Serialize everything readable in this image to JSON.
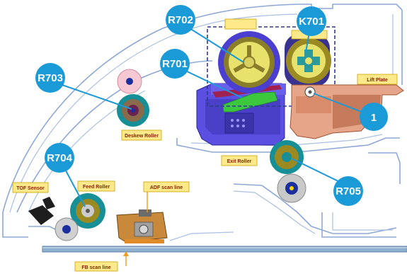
{
  "callouts": [
    {
      "id": "r702",
      "text": "R702"
    },
    {
      "id": "k701",
      "text": "K701"
    },
    {
      "id": "r701",
      "text": "R701"
    },
    {
      "id": "r703",
      "text": "R703"
    },
    {
      "id": "r704",
      "text": "R704"
    },
    {
      "id": "r705",
      "text": "R705"
    },
    {
      "id": "one",
      "text": "1"
    }
  ],
  "labels": {
    "lift_plate": "Lift Plate",
    "deskew_roller": "Deskew Roller",
    "exit_roller": "Exit Roller",
    "tof_sensor": "TOF Sensor",
    "feed_roller": "Feed Roller",
    "adf_scan_line": "ADF scan line",
    "fb_scan_line": "FB scan line"
  },
  "colors": {
    "callout_fill": "#1a9ad6",
    "label_fill": "#ffe98a",
    "frame_line": "#8ea8d6",
    "roller_teal": "#168f96",
    "roller_olive": "#9b8a22",
    "assembly_purple": "#5a4fe0",
    "lift_plate_orange": "#e6a488",
    "scan_glass": "#8fb0cf"
  }
}
